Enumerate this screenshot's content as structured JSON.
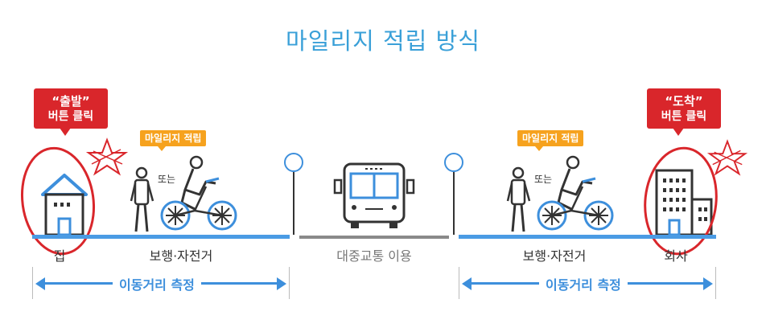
{
  "title": "마일리지 적립 방식",
  "callouts": {
    "start": {
      "line1": "“출발”",
      "line2": "버튼 클릭"
    },
    "end": {
      "line1": "“도착”",
      "line2": "버튼 클릭"
    }
  },
  "tags": {
    "mileage_left": "마일리지 적립",
    "mileage_right": "마일리지 적립"
  },
  "or_text": {
    "left": "또는",
    "right": "또는"
  },
  "labels": {
    "home": "집",
    "walk_bike_left": "보행·자전거",
    "transit": "대중교통 이용",
    "walk_bike_right": "보행·자전거",
    "office": "회사"
  },
  "measure": {
    "left": "이동거리 측정",
    "right": "이동거리 측정"
  },
  "colors": {
    "accent_blue": "#3d8fdc",
    "title_blue": "#3aa0d8",
    "callout_red": "#d9262b",
    "tag_orange": "#f6a21e",
    "road_gray": "#8a8a8a"
  },
  "icons": [
    "house-icon",
    "pedestrian-icon",
    "cyclist-icon",
    "bus-stop-icon",
    "bus-icon",
    "office-building-icon",
    "star-scribble-icon"
  ]
}
